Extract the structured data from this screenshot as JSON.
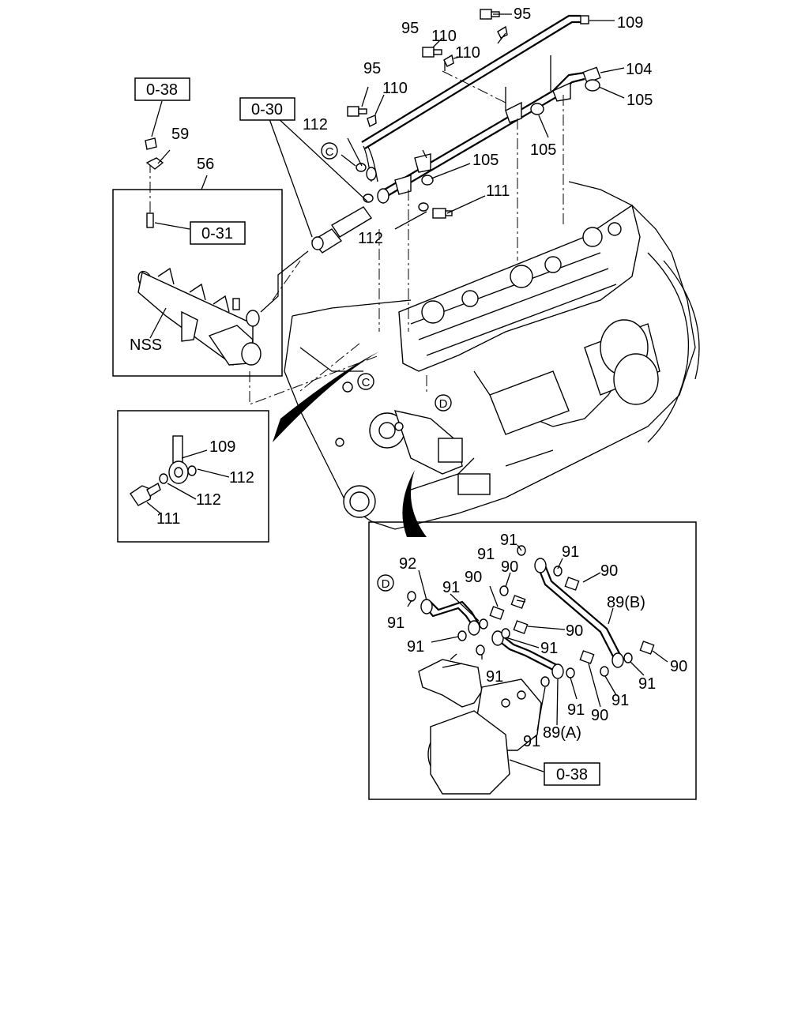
{
  "refs": {
    "r038_top": "0-38",
    "r030": "0-30",
    "r031": "0-31",
    "r038_bottom": "0-38"
  },
  "circles": {
    "c1": "C",
    "c2": "C",
    "d1": "D",
    "d2": "D"
  },
  "labels": {
    "l95a": "95",
    "l109a": "109",
    "l95b": "95",
    "l110a": "110",
    "l110b": "110",
    "l104": "104",
    "l95c": "95",
    "l110c": "110",
    "l105a": "105",
    "l105b": "105",
    "l112a": "112",
    "l105c": "105",
    "l111a": "111",
    "l112b": "112",
    "l59": "59",
    "l56": "56",
    "nss": "NSS",
    "l109b": "109",
    "l112c": "112",
    "l112d": "112",
    "l111b": "111",
    "l91a": "91",
    "l91b": "91",
    "l90a": "90",
    "l91c": "91",
    "l90b": "90",
    "l92": "92",
    "l90c": "90",
    "l91d": "91",
    "l89b": "89(B)",
    "l91e": "91",
    "l90d": "90",
    "l91f": "91",
    "l91g": "91",
    "l90e": "90",
    "l91h": "91",
    "l91i": "91",
    "l91j": "91",
    "l90f": "90",
    "l91k": "91",
    "l89a": "89(A)",
    "l91l": "91"
  }
}
